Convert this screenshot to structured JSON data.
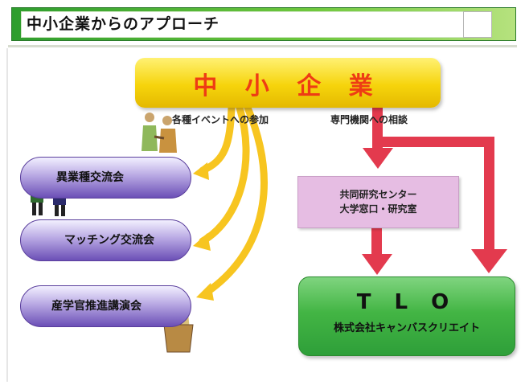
{
  "header": {
    "title": "中小企業からのアプローチ"
  },
  "diagram": {
    "sme": "中 小 企 業",
    "participation_label": "各種イベントへの参加",
    "consultation_label": "専門機関への相談",
    "events": [
      "異業種交流会",
      "マッチング交流会",
      "産学官推進講演会"
    ],
    "center_lines": [
      "共同研究センター",
      "大学窓口・研究室"
    ],
    "tlo": {
      "name": "T L O",
      "company": "株式会社キャンバスクリエイト"
    }
  },
  "colors": {
    "sme_fill": "#f6d40c",
    "sme_text": "#ee3c14",
    "yellow_arrow": "#f7c520",
    "red_arrow": "#e33a4e",
    "event_pill": "#7a5cc0",
    "center_box": "#e6bde3",
    "tlo_fill": "#43b544",
    "title_bar": "#4fb53a"
  },
  "icons": [
    "handshake-people-icon",
    "business-meeting-icon",
    "speaker-at-podium-icon"
  ]
}
